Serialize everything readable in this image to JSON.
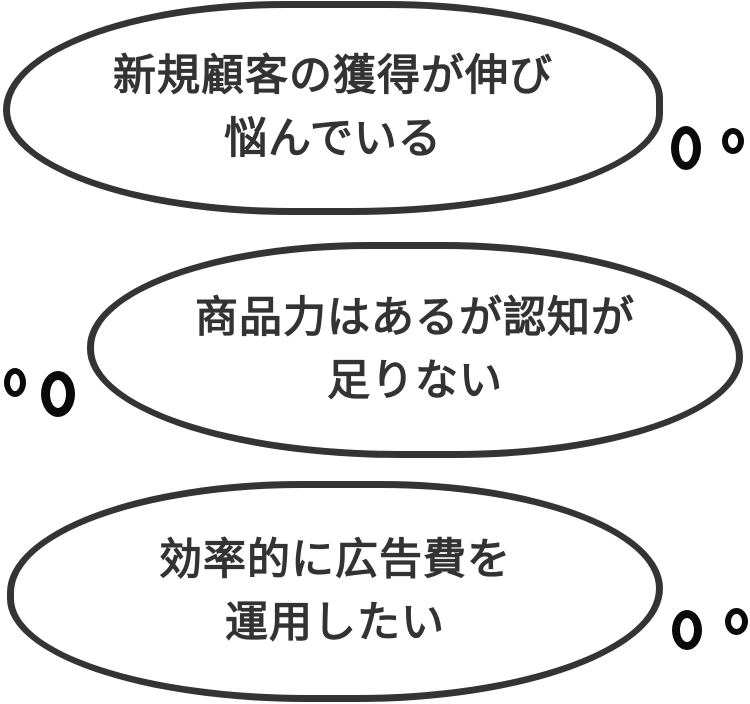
{
  "colors": {
    "background": "#ffffff",
    "bubble_stroke": "#343434",
    "text": "#333333",
    "dot_stroke": "#0a0a0a"
  },
  "bubbles": [
    {
      "id": "new-customer-acquisition",
      "lines": [
        "新規顧客の獲得が伸び",
        "悩んでいる"
      ],
      "dots_side": "right"
    },
    {
      "id": "product-awareness",
      "lines": [
        "商品力はあるが認知が",
        "足りない"
      ],
      "dots_side": "left"
    },
    {
      "id": "ad-budget-efficiency",
      "lines": [
        "効率的に広告費を",
        "運用したい"
      ],
      "dots_side": "right"
    }
  ]
}
